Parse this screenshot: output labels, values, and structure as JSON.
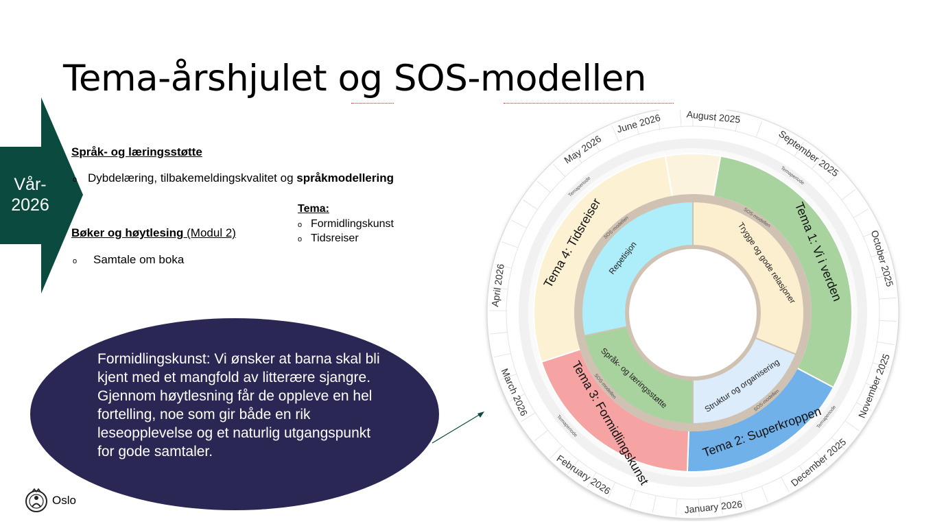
{
  "slide": {
    "title": "Tema-årshjulet og SOS-modellen",
    "arrow_label": "Vår-\n2026",
    "section1": {
      "heading": "Språk- og læringsstøtte",
      "bullet_plain": "Dybdelæring, tilbakemeldingskvalitet og ",
      "bullet_bold": "språkmodellering"
    },
    "section2": {
      "heading": "Bøker og høytlesing",
      "heading_suffix": " (Modul 2)",
      "bullet": "Samtale om boka"
    },
    "tema": {
      "heading": "Tema:",
      "items": [
        "Formidlingskunst",
        "Tidsreiser"
      ]
    },
    "oval_text": "Formidlingskunst: Vi ønsker at barna skal bli kjent med et mangfold av litterære sjangre. Gjennom høytlesning får de oppleve en hel fortelling, noe som gir både en rik leseopplevelse og et naturlig utgangspunkt for gode samtaler.",
    "logo_text": "Oslo",
    "bullet_mark": "o"
  },
  "wheel": {
    "themes": [
      "Tema 1: Vi i verden",
      "Tema 2: Superkroppen",
      "Tema 3: Formidlingskunst",
      "Tema 4: Tidsreiser"
    ],
    "sos": [
      "Trygge og gode relasjoner",
      "Struktur og organisering",
      "Språk- og læringsstøtte",
      "Repetisjon"
    ],
    "sos_label": "SOS-modellen",
    "period_label": "Temaperiode",
    "months": [
      "August 2025",
      "September 2025",
      "October 2025",
      "November 2025",
      "December 2025",
      "January 2026",
      "February 2026",
      "March 2026",
      "April 2026",
      "May 2026",
      "June 2026"
    ],
    "colors": {
      "theme1": "#a9d39e",
      "theme2": "#6fb1e8",
      "theme3": "#f6a3a3",
      "theme4": "#fcf1d2",
      "sos1": "#fcefcf",
      "sos2": "#dcecfb",
      "sos3": "#a9d39e",
      "sos4": "#aeeefa",
      "dark_green": "#0b4a3f",
      "navy": "#2b2755"
    }
  }
}
